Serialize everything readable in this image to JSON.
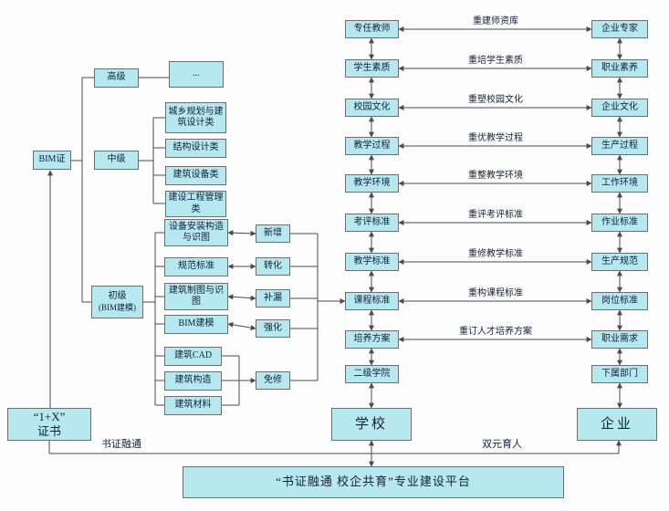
{
  "platform": {
    "title": "“书证融通  校企共育”专业建设平台"
  },
  "edge_labels": {
    "left": "书证融通",
    "right": "双元育人"
  },
  "cert": {
    "line1": "“1+X”",
    "line2": "证书",
    "bim": "BIM证"
  },
  "levels": {
    "advanced": "高级",
    "intermediate": "中级",
    "beginner_line1": "初级",
    "beginner_line2": "(BIM建模)",
    "ellipsis": "..."
  },
  "intermediate_categories": [
    "城乡规划与建筑设计类",
    "结构设计类",
    "建筑设备类",
    "建设工程管理类"
  ],
  "beginner_courses": [
    "设备安装构造与识图",
    "规范标准",
    "建筑制图与识图",
    "BIM建模",
    "建筑CAD",
    "建筑构造",
    "建筑材料"
  ],
  "course_actions": [
    "新增",
    "转化",
    "补漏",
    "强化",
    "免修"
  ],
  "school": {
    "name": "学校",
    "items": [
      "专任教师",
      "学生素质",
      "校园文化",
      "教学过程",
      "教学环境",
      "考评标准",
      "教学标准",
      "课程标准",
      "培养方案",
      "二级学院"
    ]
  },
  "enterprise": {
    "name": "企业",
    "items": [
      "企业专家",
      "职业素养",
      "企业文化",
      "生产过程",
      "工作环境",
      "作业标准",
      "生产规范",
      "岗位标准",
      "职业需求",
      "下属部门"
    ]
  },
  "reform_labels": [
    "重建师资库",
    "重培学生素质",
    "重塑校园文化",
    "重优教学过程",
    "重整教学环境",
    "重评考评标准",
    "重修教学标准",
    "重构课程标准",
    "重订人才培养方案"
  ],
  "colors": {
    "box_fill": "#b6e8ef",
    "box_border": "#6e6e6e",
    "line": "#4a4a4a",
    "text": "#13203a"
  }
}
